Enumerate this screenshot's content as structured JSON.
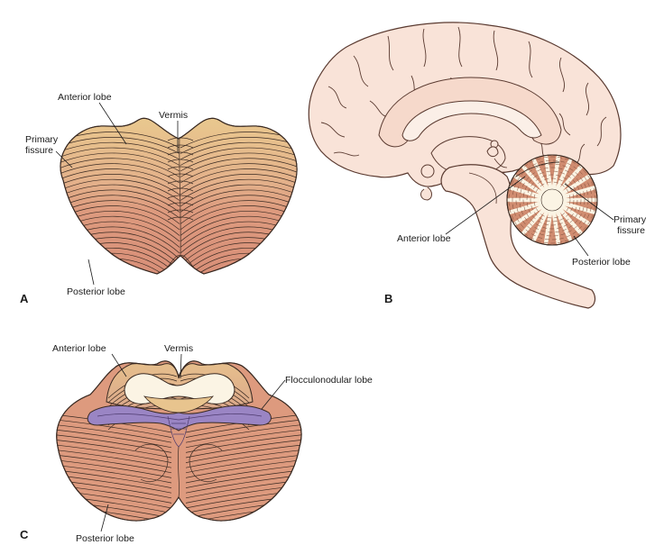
{
  "panels": {
    "a": {
      "letter": "A",
      "anterior_lobe": "Anterior lobe",
      "vermis": "Vermis",
      "primary_fissure_1": "Primary",
      "primary_fissure_2": "fissure",
      "posterior_lobe": "Posterior lobe"
    },
    "b": {
      "letter": "B",
      "anterior_lobe": "Anterior lobe",
      "primary_fissure_1": "Primary",
      "primary_fissure_2": "fissure",
      "posterior_lobe": "Posterior lobe"
    },
    "c": {
      "letter": "C",
      "anterior_lobe": "Anterior lobe",
      "vermis": "Vermis",
      "flocculonodular_lobe": "Flocculonodular lobe",
      "posterior_lobe": "Posterior lobe"
    }
  },
  "colors": {
    "anterior_tan": "#e8c48e",
    "posterior_salmon": "#dd9a7e",
    "brain_pink": "#f9e3d8",
    "brain_line": "#5a3a30",
    "white_matter": "#fbf4e4",
    "floccular_purple": "#9a85c4",
    "outline": "#3a2a22"
  }
}
